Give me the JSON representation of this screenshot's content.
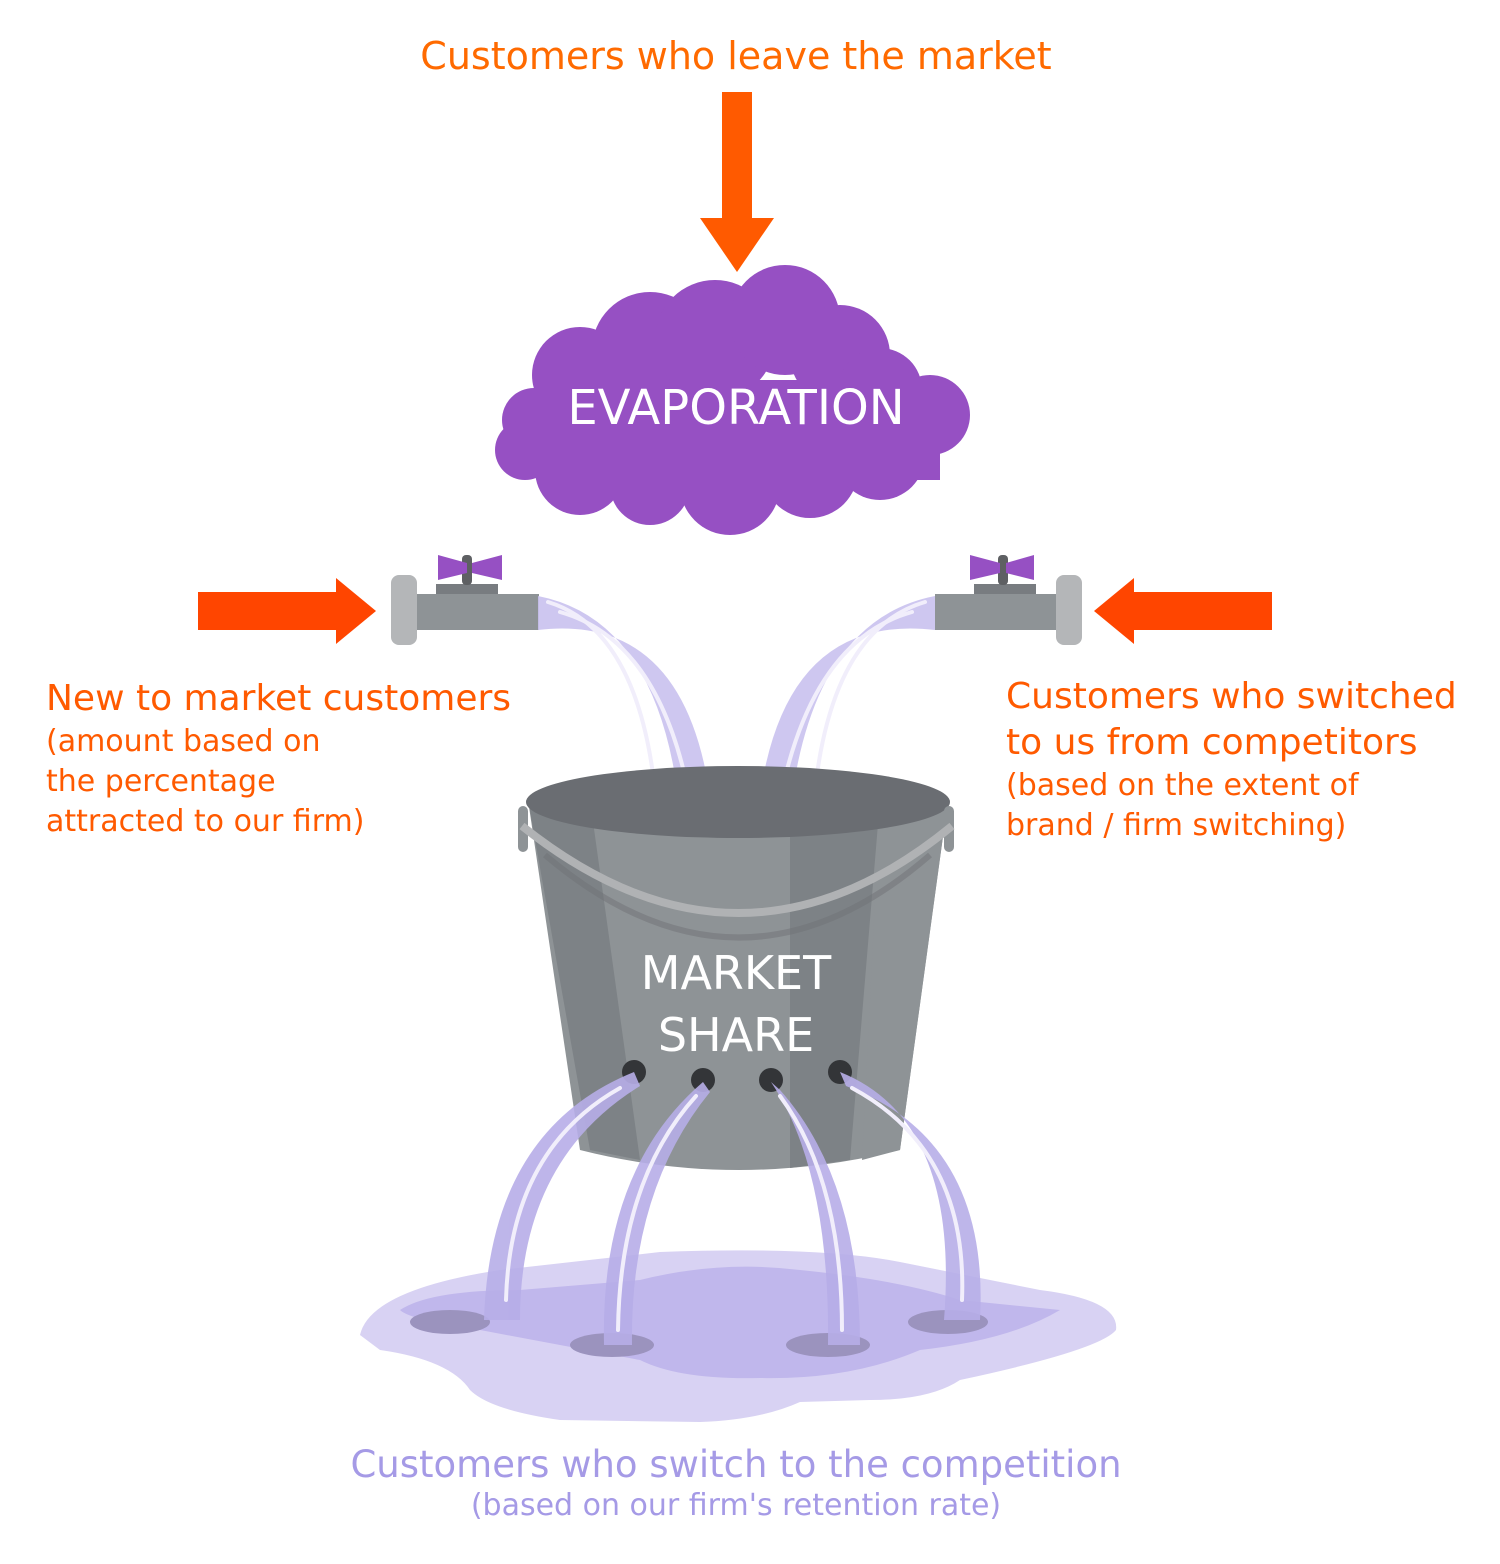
{
  "diagram": {
    "type": "leaky-bucket-market-share",
    "top_label": "Customers who leave the market",
    "cloud": {
      "label": "EVAPORATION"
    },
    "bucket": {
      "label_line1": "MARKET",
      "label_line2": "SHARE",
      "holes": 4
    },
    "left_inflow": {
      "title": "New to market customers",
      "detail_lines": [
        "(amount based on",
        "the percentage",
        "attracted to our firm)"
      ]
    },
    "right_inflow": {
      "title_lines": [
        "Customers who switched",
        "to us from competitors"
      ],
      "detail_lines": [
        "(based on the extent of",
        "brand / firm switching)"
      ]
    },
    "outflow": {
      "title": "Customers who switch to the competition",
      "detail": "(based on our firm's retention rate)"
    },
    "icons": [
      "arrow-down-icon",
      "arrow-right-icon",
      "arrow-left-icon",
      "cloud-icon",
      "faucet-icon",
      "bucket-icon",
      "water-stream-icon",
      "puddle-icon"
    ],
    "colors": {
      "orange_text": "#ff5a00",
      "orange_arrow": "#ff4500",
      "cloud_purple": "#9650c3",
      "valve_purple": "#9650c3",
      "water_light": "#d3cdf0",
      "water_mid": "#b7aee8",
      "bucket_gray": "#8e9396",
      "bucket_dark": "#6a6d72",
      "outflow_text": "#a59ae6"
    }
  }
}
